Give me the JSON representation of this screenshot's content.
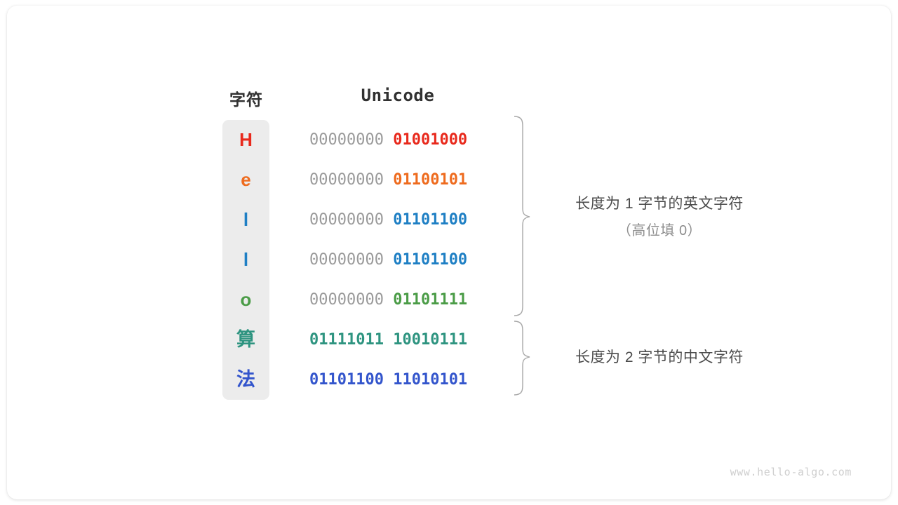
{
  "figure": {
    "watermark": "www.hello-algo.com",
    "headers": {
      "char": "字符",
      "unicode": "Unicode"
    },
    "rows": [
      {
        "char": "H",
        "color": "#e8291c",
        "high_byte": "00000000",
        "low_byte": "01001000",
        "cjk": false
      },
      {
        "char": "e",
        "color": "#ee6b1e",
        "high_byte": "00000000",
        "low_byte": "01100101",
        "cjk": false
      },
      {
        "char": "l",
        "color": "#1e7fc4",
        "high_byte": "00000000",
        "low_byte": "01101100",
        "cjk": false
      },
      {
        "char": "l",
        "color": "#1e7fc4",
        "high_byte": "00000000",
        "low_byte": "01101100",
        "cjk": false
      },
      {
        "char": "o",
        "color": "#4b9c47",
        "high_byte": "00000000",
        "low_byte": "01101111",
        "cjk": false
      },
      {
        "char": "算",
        "color": "#2e9480",
        "high_byte": "01111011",
        "low_byte": "10010111",
        "cjk": true
      },
      {
        "char": "法",
        "color": "#3355cc",
        "high_byte": "01101100",
        "low_byte": "11010101",
        "cjk": true
      }
    ],
    "annotations": [
      {
        "text": "长度为 1 字节的英文字符",
        "subtext": "（高位填 0）"
      },
      {
        "text": "长度为 2 字节的中文字符",
        "subtext": ""
      }
    ],
    "colors": {
      "char_column_background": "#ececec",
      "pad_byte": "#9a9a9a",
      "header_text": "#313131",
      "annotation_text": "#4a4a4a",
      "annotation_subtext": "#8d8d8d",
      "brace_stroke": "#a8a8a8",
      "watermark": "#cfcfcf"
    }
  }
}
